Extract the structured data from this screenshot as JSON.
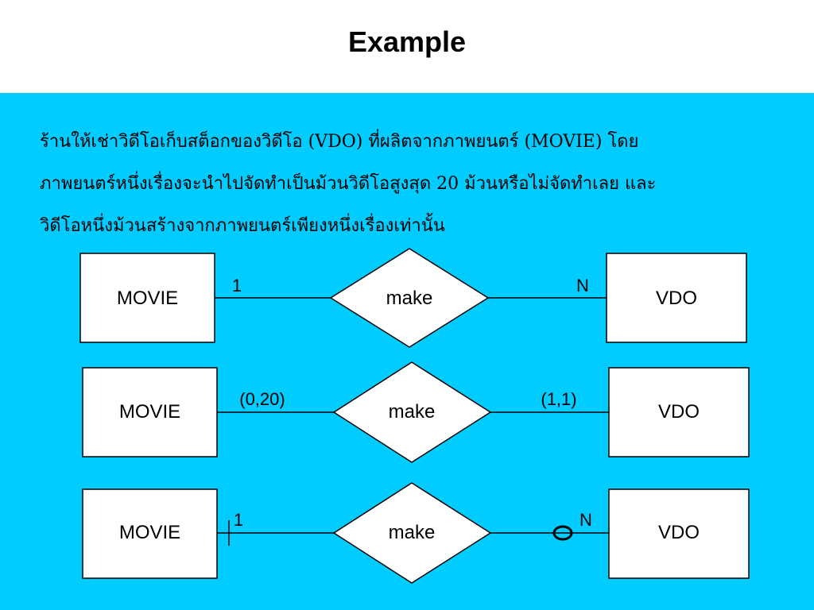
{
  "slide": {
    "title": "Example"
  },
  "description": {
    "lines": [
      "ร้านให้เช่าวิดีโอเก็บสต็อกของวิดีโอ (VDO) ที่ผลิตจากภาพยนตร์ (MOVIE) โดย",
      "ภาพยนตร์หนึ่งเรื่องจะนำไปจัดทำเป็นม้วนวิดีโอสูงสุด 20 ม้วนหรือไม่จัดทำเลย และ",
      "วิดีโอหนึ่งม้วนสร้างจากภาพยนตร์เพียงหนึ่งเรื่องเท่านั้น"
    ]
  },
  "diagrams": [
    {
      "left_entity": "MOVIE",
      "relationship": "make",
      "right_entity": "VDO",
      "left_cardinality": "1",
      "right_cardinality": "N",
      "notation": "chen"
    },
    {
      "left_entity": "MOVIE",
      "relationship": "make",
      "right_entity": "VDO",
      "left_cardinality": "(0,20)",
      "right_cardinality": "(1,1)",
      "notation": "min-max"
    },
    {
      "left_entity": "MOVIE",
      "relationship": "make",
      "right_entity": "VDO",
      "left_cardinality": "1",
      "right_cardinality": "N",
      "notation": "crow-foot",
      "left_symbol": "bar-icon",
      "right_symbol": "circle-icon"
    }
  ],
  "colors": {
    "background": "#00ccff",
    "title_background": "#ffffff",
    "shape_fill": "#ffffff",
    "stroke": "#000000"
  }
}
